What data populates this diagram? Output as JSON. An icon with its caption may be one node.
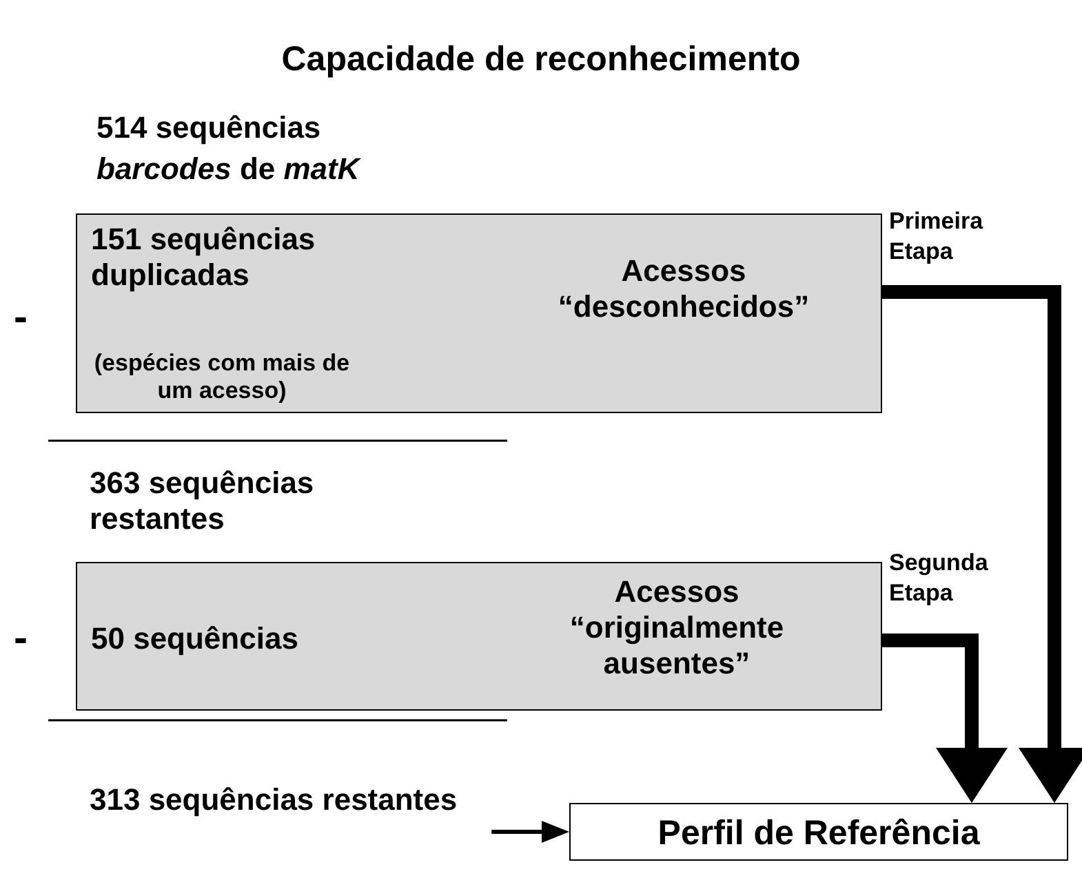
{
  "diagram": {
    "title": "Capacidade de reconhecimento",
    "nodes": [
      {
        "text": [
          "151 sequências duplicadas",
          "(espécies com mais de um acesso)",
          "Acessos “desconhecidos”"
        ]
      },
      {
        "text": [
          "50 sequências",
          "Acessos “originalmente ausentes”"
        ]
      },
      {
        "text": [
          "Perfil de Referência"
        ]
      },
      {
        "text": [
          "313 sequências restantes"
        ]
      }
    ],
    "edges": [
      {
        "from": 0,
        "to": 2,
        "arrow": "to",
        "label": "Primeira Etapa"
      },
      {
        "from": 1,
        "to": 2,
        "arrow": "to",
        "label": "Segunda Etapa"
      },
      {
        "from": 3,
        "to": 2,
        "arrow": "to"
      }
    ],
    "labels": [
      "514 sequências",
      "*barcodes* de *matK*",
      "-",
      "363 sequências restantes",
      "-"
    ]
  }
}
